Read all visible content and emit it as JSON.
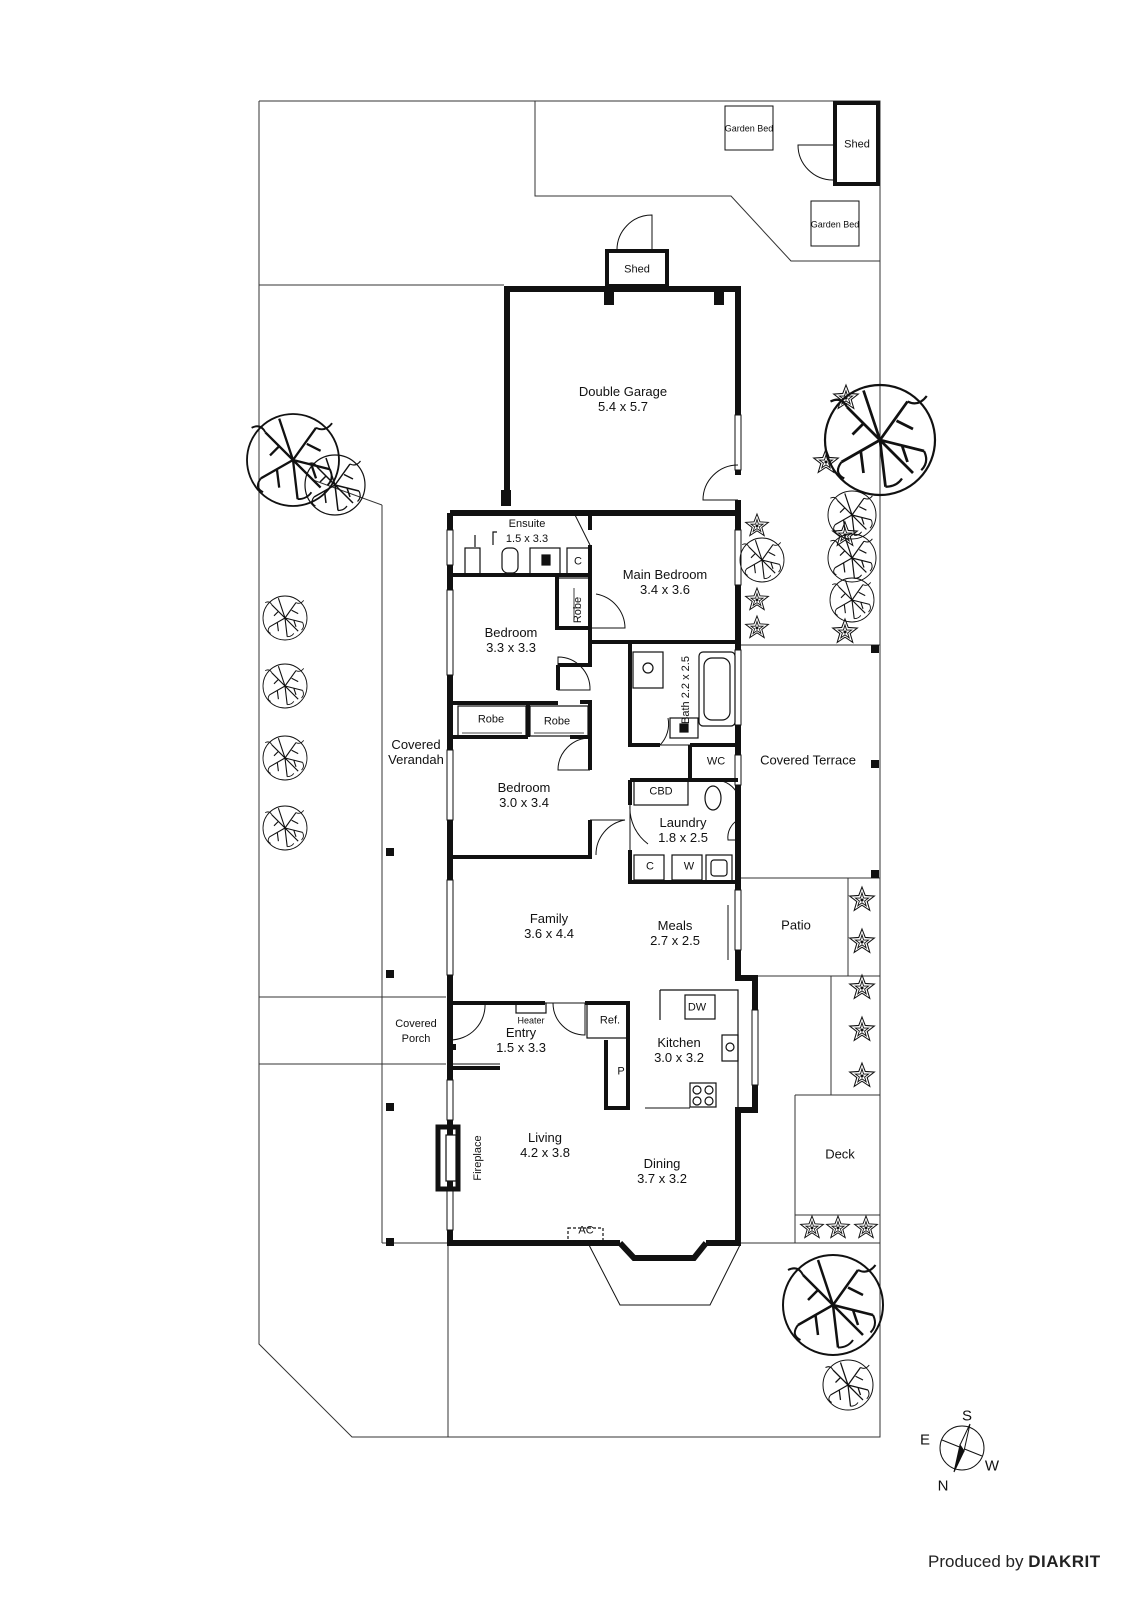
{
  "rooms": {
    "double_garage": {
      "name": "Double Garage",
      "size": "5.4 x 5.7"
    },
    "ensuite": {
      "name": "Ensuite",
      "size": "1.5 x 3.3"
    },
    "main_bedroom": {
      "name": "Main Bedroom",
      "size": "3.4 x 3.6"
    },
    "bedroom_2": {
      "name": "Bedroom",
      "size": "3.3 x 3.3"
    },
    "bedroom_3": {
      "name": "Bedroom",
      "size": "3.0 x 3.4"
    },
    "bath": {
      "name": "Bath",
      "size": "2.2 x 2.5"
    },
    "laundry": {
      "name": "Laundry",
      "size": "1.8 x 2.5"
    },
    "family": {
      "name": "Family",
      "size": "3.6 x 4.4"
    },
    "meals": {
      "name": "Meals",
      "size": "2.7 x 2.5"
    },
    "entry": {
      "name": "Entry",
      "size": "1.5 x 3.3"
    },
    "kitchen": {
      "name": "Kitchen",
      "size": "3.0 x 3.2"
    },
    "living": {
      "name": "Living",
      "size": "4.2 x 3.8"
    },
    "dining": {
      "name": "Dining",
      "size": "3.7 x 3.2"
    }
  },
  "areas": {
    "covered_verandah": [
      "Covered",
      "Verandah"
    ],
    "covered_porch": [
      "Covered",
      "Porch"
    ],
    "covered_terrace": "Covered Terrace",
    "patio": "Patio",
    "deck": "Deck"
  },
  "fixtures": {
    "shed": "Shed",
    "garden_bed": "Garden Bed",
    "robe": "Robe",
    "wc": "WC",
    "cbd": "CBD",
    "c": "C",
    "w": "W",
    "dw": "DW",
    "ref": "Ref.",
    "pantry": "P",
    "heater": "Heater",
    "fireplace": "Fireplace",
    "ac": "AC"
  },
  "compass": {
    "n": "N",
    "s": "S",
    "e": "E",
    "w": "W"
  },
  "credit": {
    "prefix": "Produced by",
    "brand": "DIAKRIT"
  }
}
